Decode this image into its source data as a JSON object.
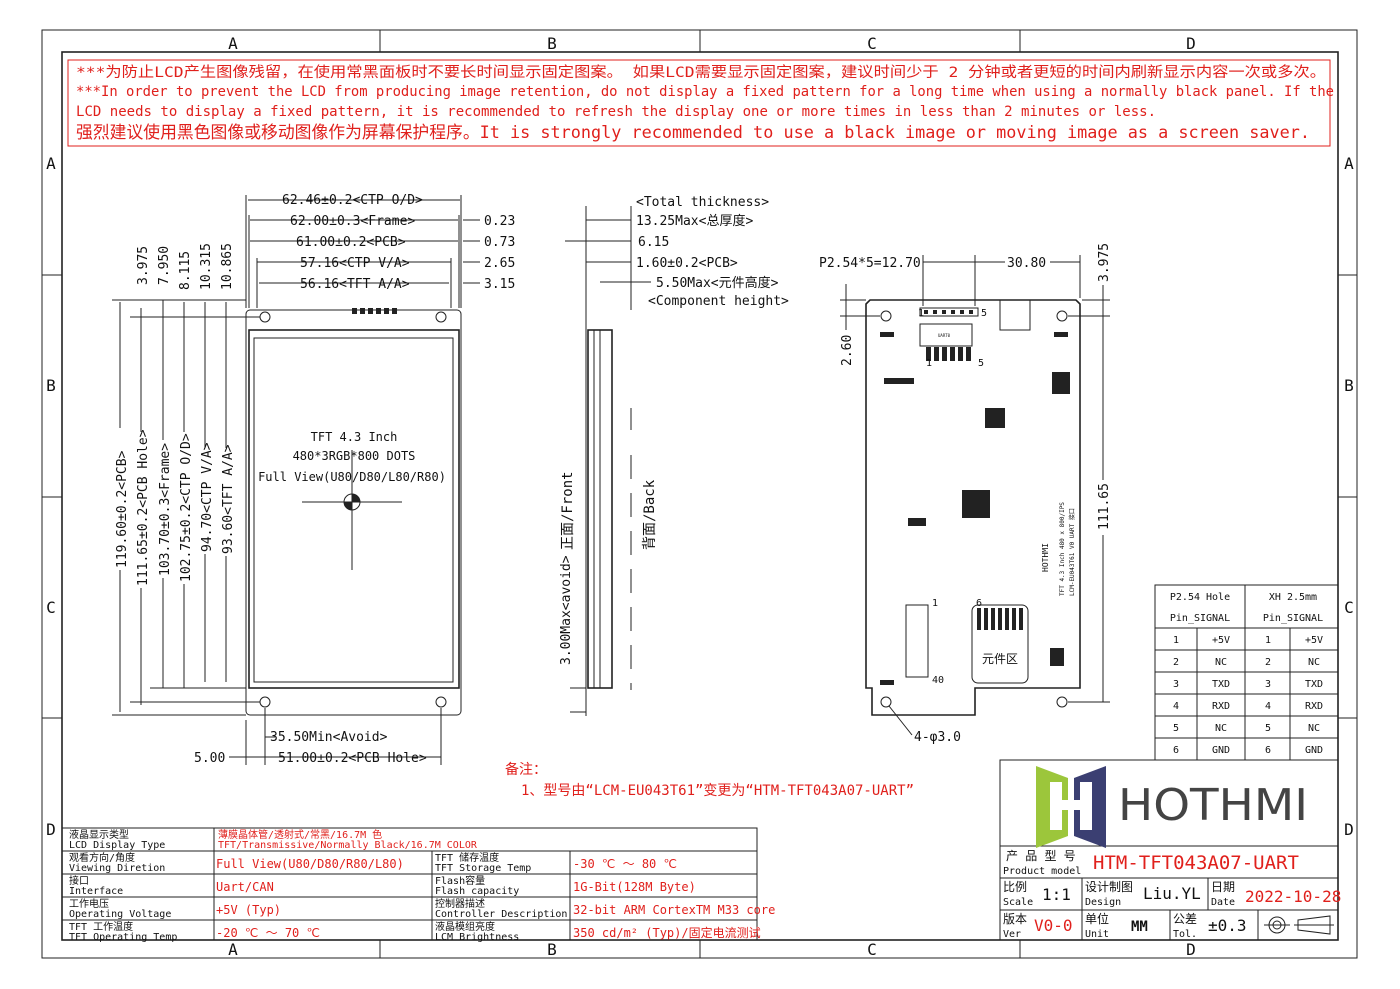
{
  "border": {
    "columns": [
      "A",
      "B",
      "C",
      "D"
    ],
    "rows": [
      "A",
      "B",
      "C",
      "D"
    ]
  },
  "notice": {
    "line1": "***为防止LCD产生图像残留，在使用常黑面板时不要长时间显示固定图案。 如果LCD需要显示固定图案，建议时间少于 2 分钟或者更短的时间内刷新显示内容一次或多次。",
    "line2": "***In order to prevent the LCD from producing image retention, do not display a fixed pattern for a long time when using a normally black panel. If the",
    "line3": " LCD needs to display a fixed pattern, it is recommended to refresh the display one or more times in less than 2 minutes or less.",
    "line4": "强烈建议使用黑色图像或移动图像作为屏幕保护程序。It is strongly recommended to use a black image or moving image as a screen saver."
  },
  "front_view": {
    "top_dims": [
      "62.46±0.2<CTP O/D>",
      "62.00±0.3<Frame>",
      "61.00±0.2<PCB>",
      "57.16<CTP V/A>",
      "56.16<TFT A/A>"
    ],
    "right_dims": [
      "0.23",
      "0.73",
      "2.65",
      "3.15"
    ],
    "left_offsets": [
      "3.975",
      "7.950",
      "8.115",
      "10.315",
      "10.865"
    ],
    "vertical_dims": [
      "119.60±0.2<PCB>",
      "111.65±0.2<PCB Hole>",
      "103.70±0.3<Frame>",
      "102.75±0.2<CTP O/D>",
      "94.70<CTP V/A>",
      "93.60<TFT A/A>"
    ],
    "screen_text": [
      "TFT 4.3 Inch",
      "480*3RGB*800 DOTS",
      "Full View(U80/D80/L80/R80)"
    ],
    "bottom_dims": [
      "35.50Min<Avoid>",
      "5.00",
      "51.00±0.2<PCB Hole>"
    ]
  },
  "side_view": {
    "dims": [
      "<Total thickness>",
      "13.25Max<总厚度>",
      "6.15",
      "1.60±0.2<PCB>",
      "5.50Max<元件高度>",
      "<Component height>"
    ],
    "avoid": "3.00Max<avoid>",
    "front_label": "正面/Front",
    "back_label": "背面/Back"
  },
  "back_view": {
    "dims": [
      "P2.54*5=12.70",
      "30.80",
      "3.975",
      "2.60",
      "111.65",
      "4-φ3.0"
    ],
    "pin_markers": [
      "1",
      "5",
      "1",
      "5",
      "6",
      "1",
      "40"
    ],
    "component_zone": "元件区",
    "silk": [
      "UART0",
      "HOTHMI",
      "TFT 4.3 Inch 480 x 800/IPS",
      "LCM-EU043T61 V0  UART 接口"
    ]
  },
  "remark": {
    "title": "备注：",
    "item": "1、型号由“LCM-EU043T61”变更为“HTM-TFT043A07-UART”"
  },
  "pin_table": {
    "headers": [
      [
        "P2.54 Hole",
        "Pin_SIGNAL"
      ],
      [
        "XH 2.5mm",
        "Pin_SIGNAL"
      ]
    ],
    "rows": [
      [
        "1",
        "+5V",
        "1",
        "+5V"
      ],
      [
        "2",
        "NC",
        "2",
        "NC"
      ],
      [
        "3",
        "TXD",
        "3",
        "TXD"
      ],
      [
        "4",
        "RXD",
        "4",
        "RXD"
      ],
      [
        "5",
        "NC",
        "5",
        "NC"
      ],
      [
        "6",
        "GND",
        "6",
        "GND"
      ]
    ]
  },
  "spec_table": {
    "rows": [
      {
        "label_cn": "液晶显示类型",
        "label_en": "LCD Display Type",
        "value": "薄膜晶体管/透射式/常黑/16.7M 色",
        "value2": "TFT/Transmissive/Normally Black/16.7M COLOR"
      },
      {
        "label_cn": "观看方向/角度",
        "label_en": "Viewing Diretion",
        "value": "Full View(U80/D80/R80/L80)",
        "label2_cn": "TFT 储存温度",
        "label2_en": "TFT Storage Temp",
        "value_right": "-30 ℃ ～ 80 ℃"
      },
      {
        "label_cn": "接口",
        "label_en": "Interface",
        "value": "Uart/CAN",
        "label2_cn": "Flash容量",
        "label2_en": "Flash capacity",
        "value_right": "1G-Bit(128M Byte)"
      },
      {
        "label_cn": "工作电压",
        "label_en": "Operating Voltage",
        "value": "+5V (Typ)",
        "label2_cn": "控制器描述",
        "label2_en": "Controller Description",
        "value_right": "32-bit ARM CortexTM M33 core"
      },
      {
        "label_cn": "TFT 工作温度",
        "label_en": "TFT Operating Temp",
        "value": "-20 ℃ ～ 70 ℃",
        "label2_cn": "液晶模组亮度",
        "label2_en": "LCM Brightness",
        "value_right": "350 cd/m² (Typ)/固定电流测试"
      }
    ]
  },
  "title_block": {
    "logo_text": "HOTHMI",
    "logo_colors": {
      "green": "#9cc63b",
      "navy": "#3b3f72",
      "text": "#444444"
    },
    "product_label_cn": "产 品 型 号",
    "product_label_en": "Product model",
    "product_model": "HTM-TFT043A07-UART",
    "scale_cn": "比例",
    "scale_en": "Scale",
    "scale": "1:1",
    "design_cn": "设计制图",
    "design_en": "Design",
    "designer": "Liu.YL",
    "date_cn": "日期",
    "date_en": "Date",
    "date": "2022-10-28",
    "ver_cn": "版本",
    "ver_en": "Ver",
    "ver": "V0-0",
    "unit_cn": "单位",
    "unit_en": "Unit",
    "unit": "MM",
    "tol_cn": "公差",
    "tol_en": "Tol.",
    "tol": "±0.3"
  },
  "colors": {
    "accent_red": "#e0201c",
    "line": "#222222"
  }
}
